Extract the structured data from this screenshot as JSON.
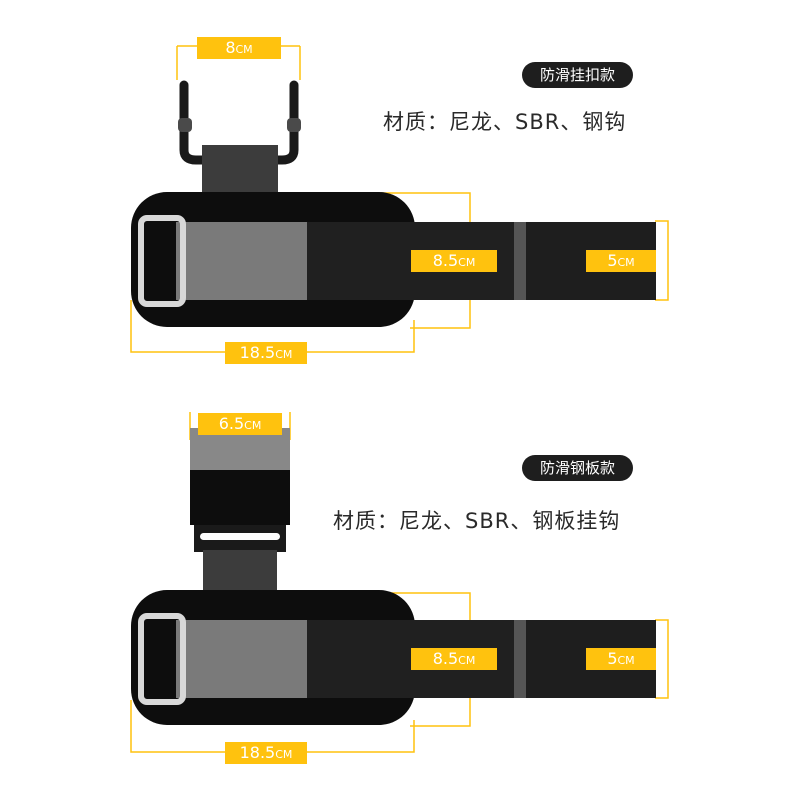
{
  "colors": {
    "accent": "#ffc20e",
    "strap_dark": "#1a1a1a",
    "strap_gray": "#7a7a7a",
    "pad_black": "#0d0d0d"
  },
  "panel_hook": {
    "pill_label": "防滑挂扣款",
    "material": "材质：尼龙、SBR、钢钩",
    "dims": {
      "top_width": "8",
      "thickness": "8.5",
      "strap_width": "5",
      "length": "18.5",
      "unit": "CM"
    }
  },
  "panel_plate": {
    "pill_label": "防滑钢板款",
    "material": "材质：尼龙、SBR、钢板挂钩",
    "dims": {
      "top_width": "6.5",
      "thickness": "8.5",
      "strap_width": "5",
      "length": "18.5",
      "unit": "CM"
    }
  }
}
